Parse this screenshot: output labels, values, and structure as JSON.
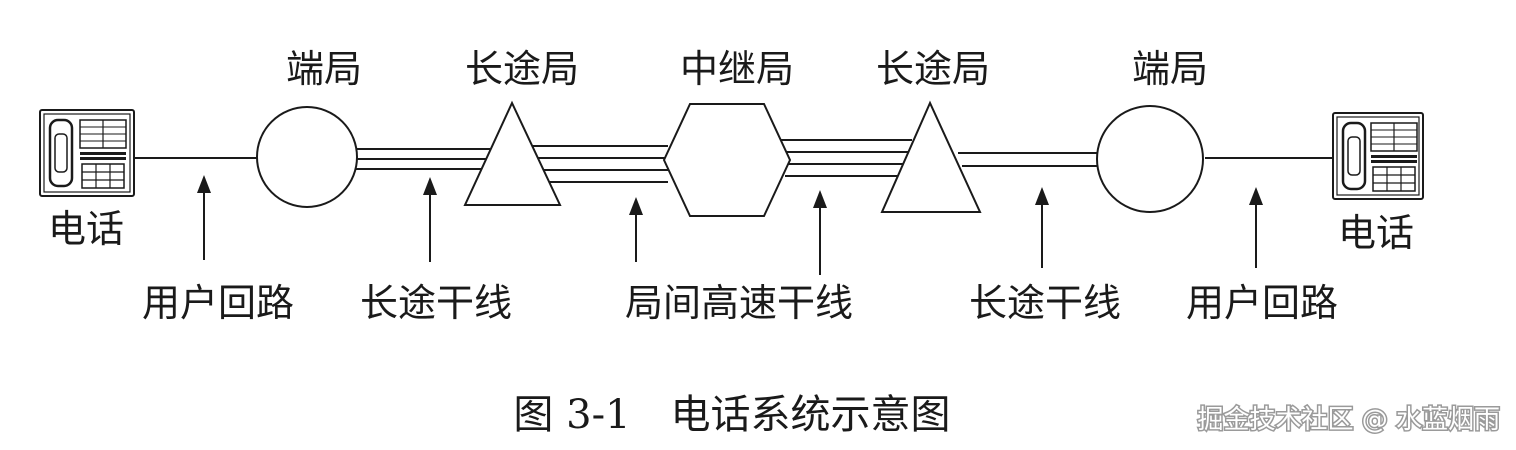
{
  "nodes": {
    "end_office_left": "端局",
    "toll_office_left": "长途局",
    "tandem_office": "中继局",
    "toll_office_right": "长途局",
    "end_office_right": "端局",
    "phone_left": "电话",
    "phone_right": "电话"
  },
  "links": {
    "user_loop_left": "用户回路",
    "toll_trunk_left": "长途干线",
    "inter_office_trunk": "局间高速干线",
    "toll_trunk_right": "长途干线",
    "user_loop_right": "用户回路"
  },
  "caption": "图 3-1　电话系统示意图",
  "watermark": "掘金技术社区 @ 水蓝烟雨",
  "colors": {
    "ink": "#1a1a1a",
    "background": "#ffffff"
  },
  "icons": {
    "phone": "telephone-icon",
    "arrow": "arrow-up-icon"
  }
}
